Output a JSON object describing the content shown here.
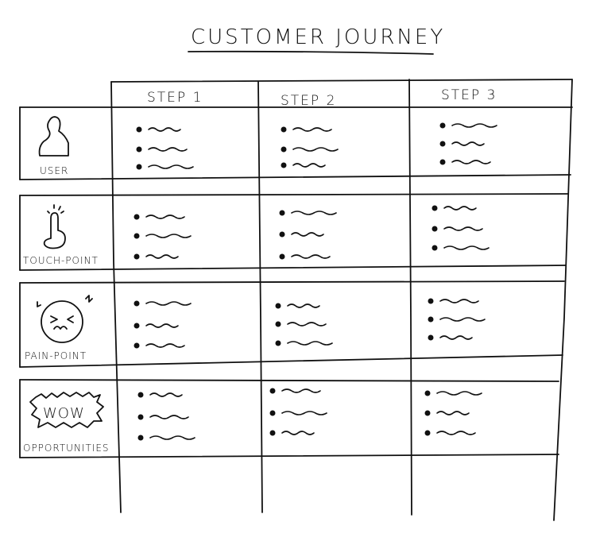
{
  "title": "CUSTOMER JOURNEY",
  "columns": [
    "STEP 1",
    "STEP 2",
    "STEP 3"
  ],
  "rows": [
    {
      "label": "USER",
      "icon": "user-icon",
      "bullets_per_step": [
        3,
        3,
        3
      ]
    },
    {
      "label": "TOUCH-POINT",
      "icon": "finger-touch-icon",
      "bullets_per_step": [
        3,
        3,
        3
      ]
    },
    {
      "label": "PAIN-POINT",
      "icon": "frustrated-face-icon",
      "bullets_per_step": [
        3,
        3,
        3
      ]
    },
    {
      "label": "OPPORTUNITIES",
      "icon": "wow-burst-icon",
      "icon_text": "WOW",
      "bullets_per_step": [
        3,
        3,
        3
      ]
    }
  ]
}
